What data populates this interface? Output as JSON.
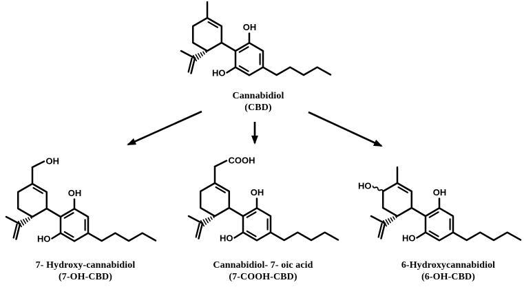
{
  "figure": {
    "type": "chemical-metabolism-scheme",
    "background": "#ffffff",
    "ink": "#000000"
  },
  "molecules": [
    {
      "id": "cbd",
      "name": "Cannabidiol",
      "abbr": "(CBD)",
      "variant": "methyl",
      "atom_labels": {
        "phenol_top": "OH",
        "phenol_left": "HO"
      }
    },
    {
      "id": "7-oh-cbd",
      "name": "7- Hydroxy-cannabidiol",
      "abbr": "(7-OH-CBD)",
      "variant": "ch2oh",
      "atom_labels": {
        "top": "OH",
        "phenol_top": "OH",
        "phenol_left": "HO"
      }
    },
    {
      "id": "7-cooh-cbd",
      "name": "Cannabidiol- 7- oic acid",
      "abbr": "(7-COOH-CBD)",
      "variant": "ch2cooh",
      "atom_labels": {
        "top": "COOH",
        "phenol_top": "OH",
        "phenol_left": "HO"
      }
    },
    {
      "id": "6-oh-cbd",
      "name": "6-Hydroxycannabidiol",
      "abbr": "(6-OH-CBD)",
      "variant": "6oh",
      "atom_labels": {
        "ring_left": "HO",
        "phenol_top": "OH",
        "phenol_left": "HO"
      }
    }
  ],
  "arrows": [
    {
      "from": "Cannabidiol (CBD)",
      "to": "7- Hydroxy-cannabidiol (7-OH-CBD)",
      "direction": "down-left"
    },
    {
      "from": "Cannabidiol (CBD)",
      "to": "Cannabidiol- 7- oic acid (7-COOH-CBD)",
      "direction": "down"
    },
    {
      "from": "Cannabidiol (CBD)",
      "to": "6-Hydroxycannabidiol (6-OH-CBD)",
      "direction": "down-right"
    }
  ]
}
